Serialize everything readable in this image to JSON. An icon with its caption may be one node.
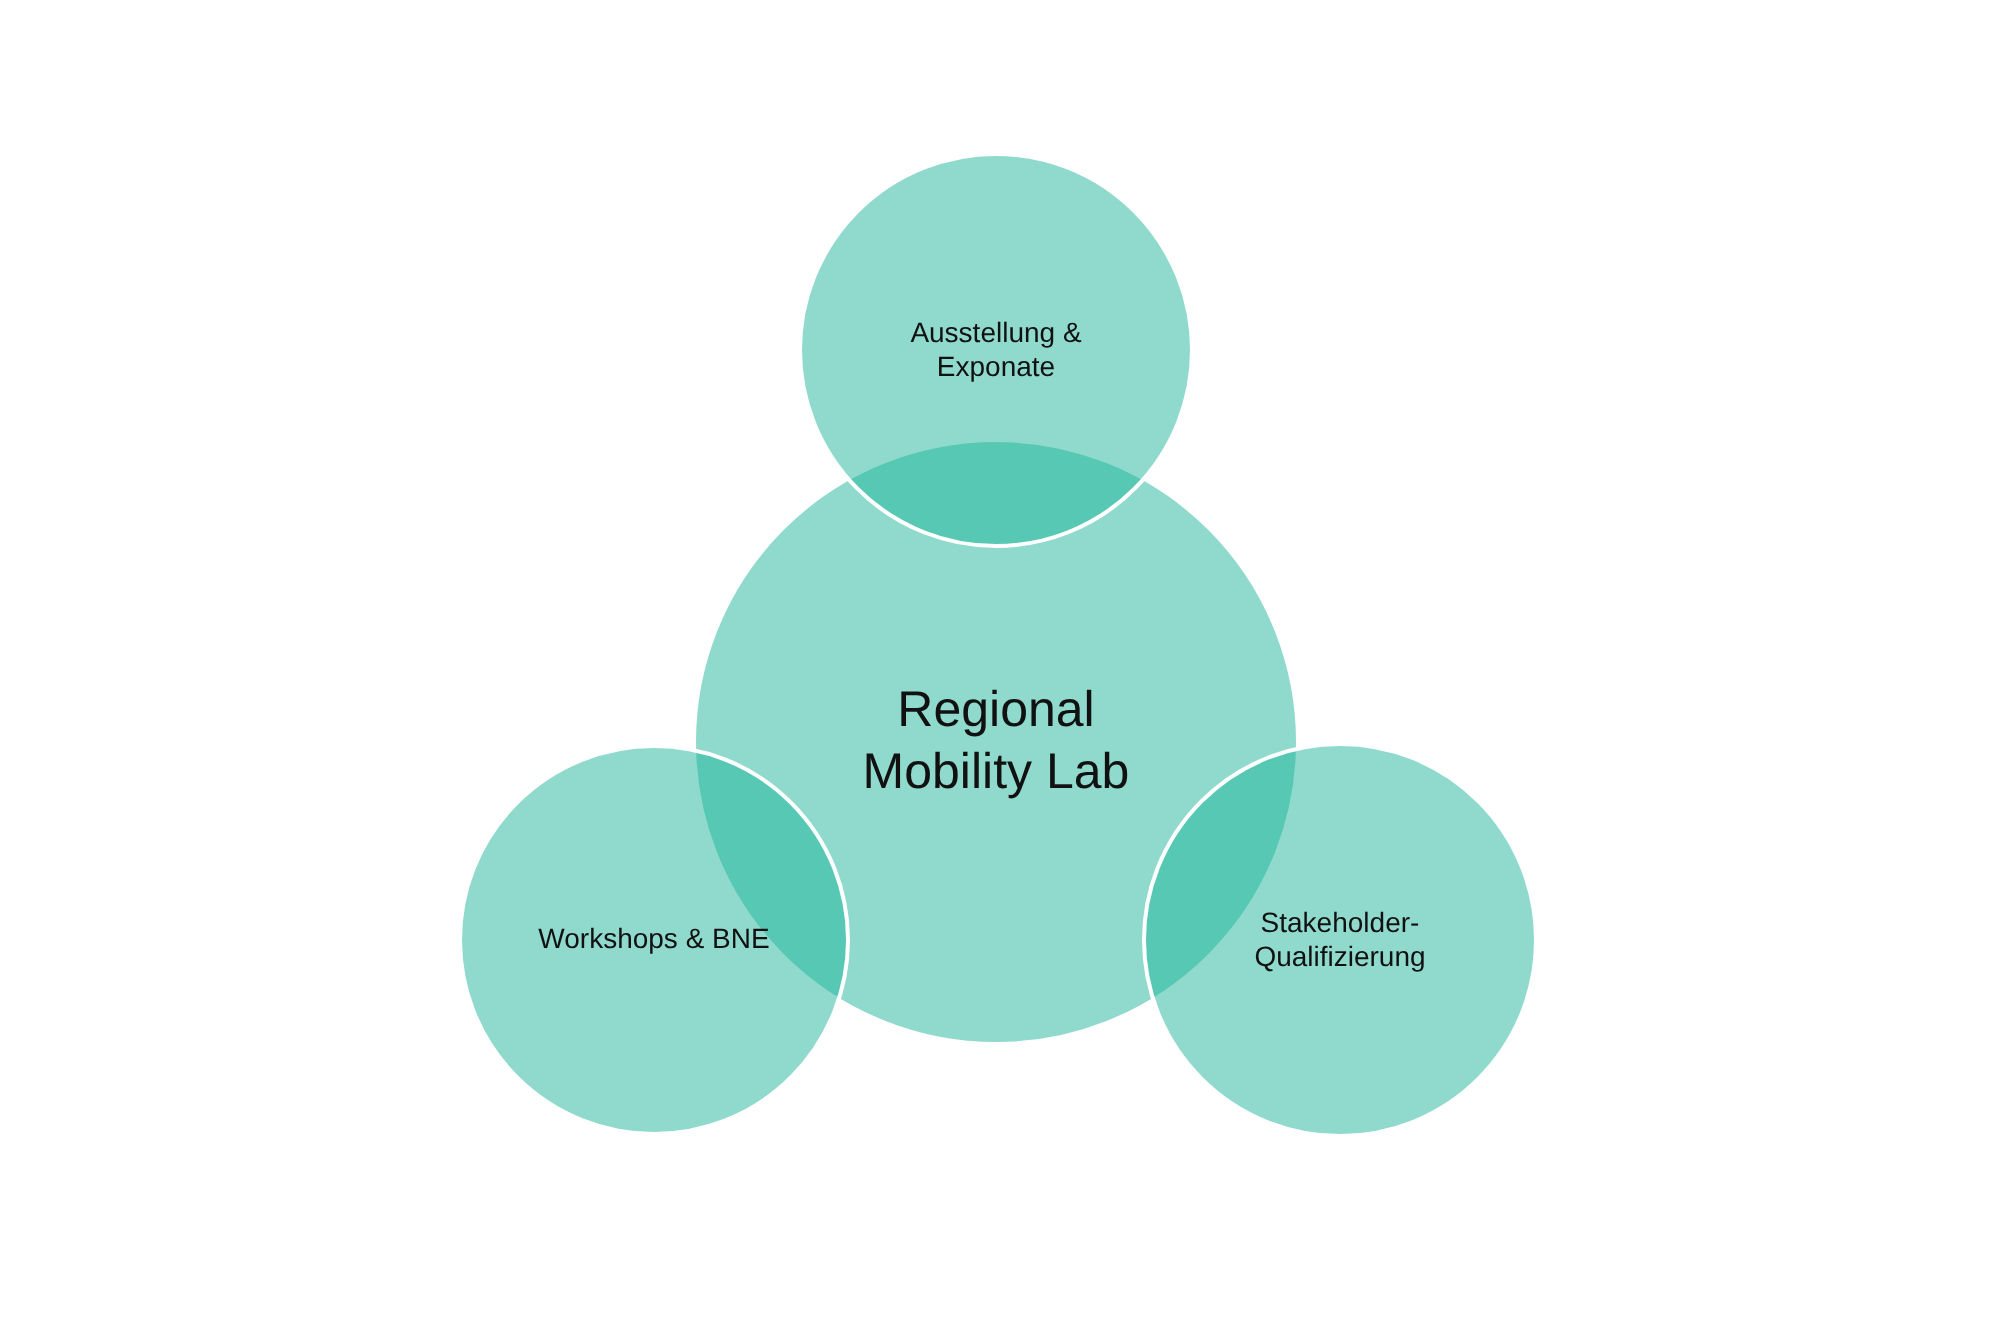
{
  "diagram": {
    "nodes": [
      {
        "text": [
          "Ausstellung & Exponate"
        ]
      },
      {
        "text": [
          "Regional Mobility Lab"
        ]
      },
      {
        "text": [
          "Workshops & BNE"
        ]
      },
      {
        "text": [
          "Stakeholder-Qualifizierung"
        ]
      }
    ]
  }
}
